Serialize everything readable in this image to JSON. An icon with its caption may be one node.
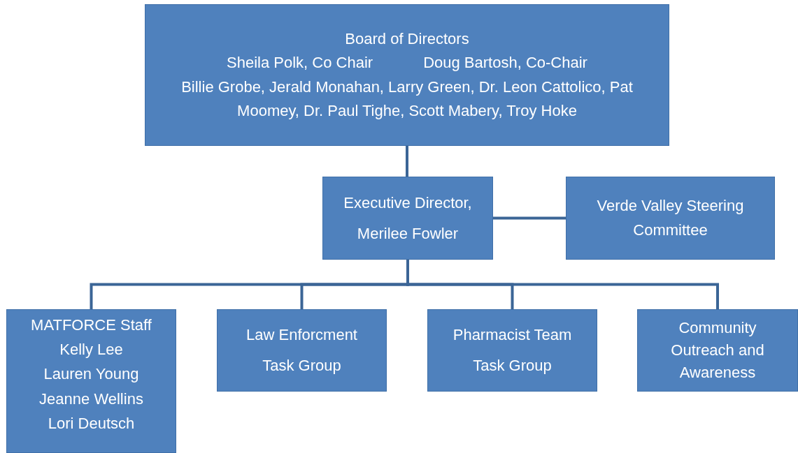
{
  "diagram": {
    "nodes": [
      {
        "text": [
          "Board of Directors",
          "Sheila Polk, Co Chair",
          "Doug Bartosh, Co-Chair",
          "Billie Grobe, Jerald Monahan, Larry Green, Dr. Leon Cattolico, Pat Moomey, Dr. Paul Tighe, Scott Mabery, Troy Hoke"
        ]
      },
      {
        "text": [
          "Executive Director, Merilee Fowler"
        ]
      },
      {
        "text": [
          "Verde Valley Steering Committee"
        ]
      },
      {
        "text": [
          "MATFORCE Staff",
          "Kelly Lee",
          "Lauren Young",
          "Jeanne Wellins",
          "Lori Deutsch"
        ]
      },
      {
        "text": [
          "Law Enforcment Task Group"
        ]
      },
      {
        "text": [
          "Pharmacist Team Task Group"
        ]
      },
      {
        "text": [
          "Community Outreach and Awareness"
        ]
      }
    ],
    "edges": [
      {
        "from": 0,
        "to": 1,
        "arrow": "none"
      },
      {
        "from": 1,
        "to": 2,
        "arrow": "none"
      },
      {
        "from": 1,
        "to": 3,
        "arrow": "none"
      },
      {
        "from": 1,
        "to": 4,
        "arrow": "none"
      },
      {
        "from": 1,
        "to": 5,
        "arrow": "none"
      },
      {
        "from": 1,
        "to": 6,
        "arrow": "none"
      }
    ]
  }
}
